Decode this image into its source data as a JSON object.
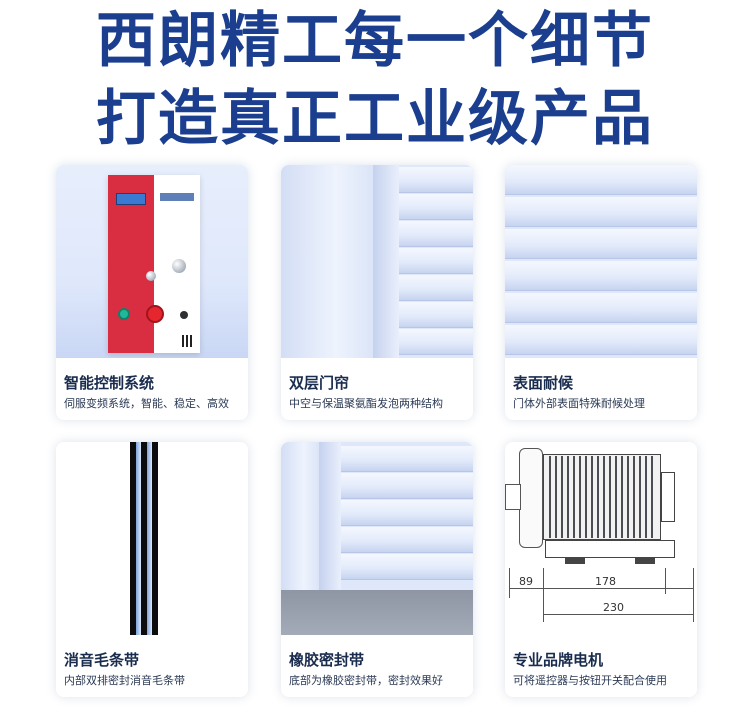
{
  "headline": {
    "line1": "西朗精工每一个细节",
    "line2": "打造真正工业级产品"
  },
  "colors": {
    "headline": "#1b3f8e",
    "accent_red": "#d92e42"
  },
  "cards": [
    {
      "title": "智能控制系统",
      "desc": "伺服变频系统，智能、稳定、高效"
    },
    {
      "title": "双层门帘",
      "desc": "中空与保温聚氨酯发泡两种结构"
    },
    {
      "title": "表面耐候",
      "desc": "门体外部表面特殊耐候处理"
    },
    {
      "title": "消音毛条带",
      "desc": "内部双排密封消音毛条带"
    },
    {
      "title": "橡胶密封带",
      "desc": "底部为橡胶密封带，密封效果好"
    },
    {
      "title": "专业品牌电机",
      "desc": "可将遥控器与按钮开关配合使用"
    }
  ],
  "motor_dims": {
    "d1": "89",
    "d2": "178",
    "d3": "230"
  }
}
